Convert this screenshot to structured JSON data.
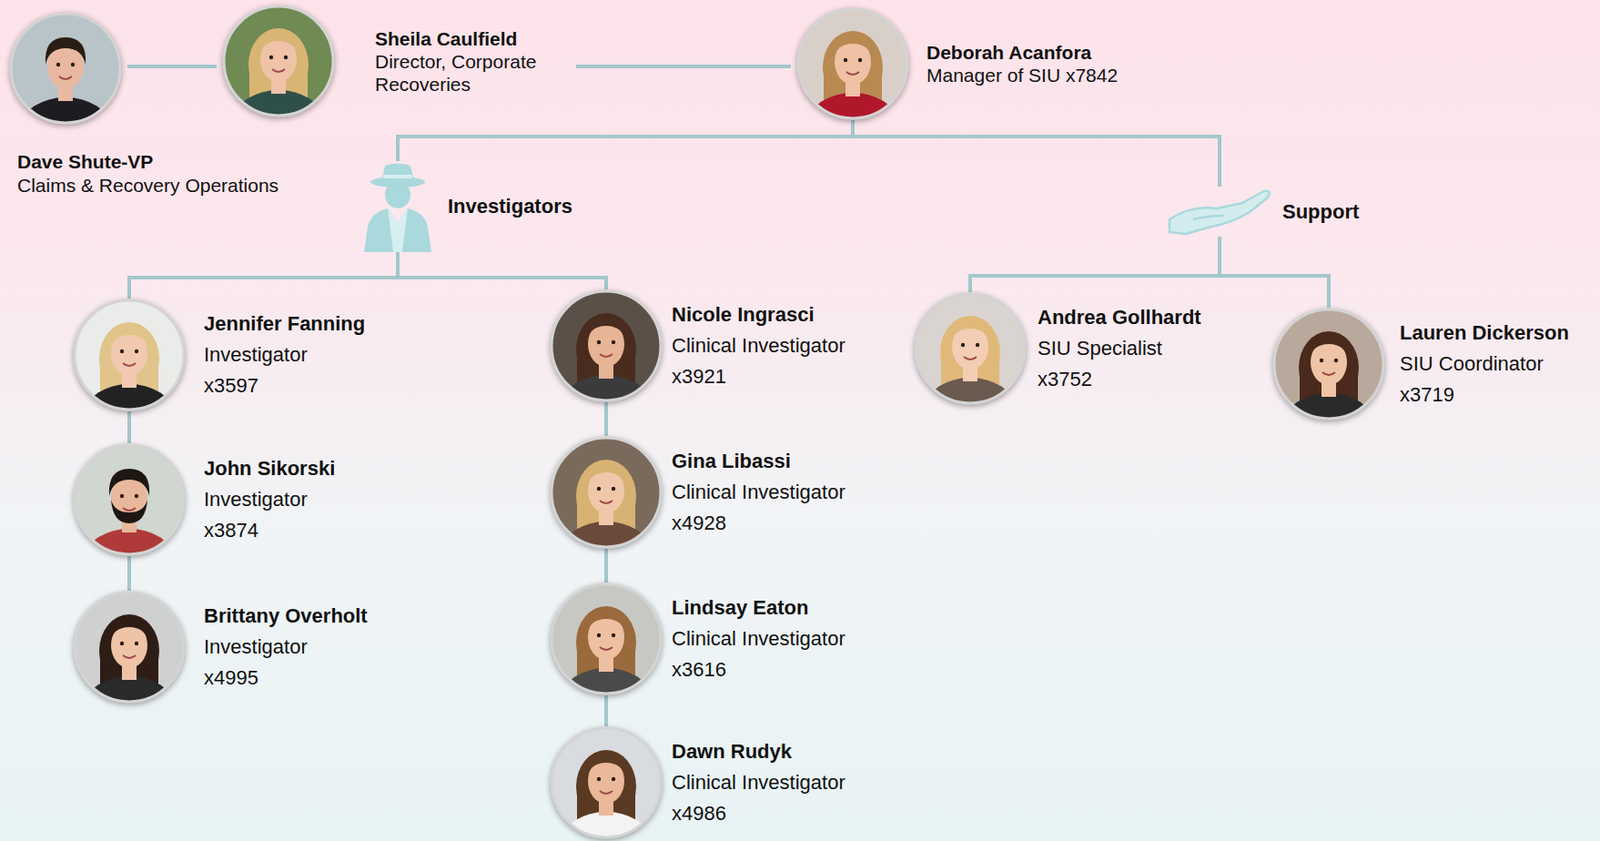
{
  "diagram": {
    "nodes": [
      {
        "text": [
          "Dave Shute-VP",
          "Claims & Recovery Operations"
        ]
      },
      {
        "text": [
          "Sheila Caulfield",
          "Director, Corporate Recoveries"
        ]
      },
      {
        "text": [
          "Deborah Acanfora",
          "Manager of SIU x7842"
        ]
      },
      {
        "text": [
          "Investigators"
        ]
      },
      {
        "text": [
          "Support"
        ]
      },
      {
        "text": [
          "Jennifer Fanning",
          "Investigator",
          "x3597"
        ]
      },
      {
        "text": [
          "Nicole Ingrasci",
          "Clinical Investigator",
          "x3921"
        ]
      },
      {
        "text": [
          "Andrea Gollhardt",
          "SIU Specialist",
          "x3752"
        ]
      },
      {
        "text": [
          "Lauren Dickerson",
          "SIU Coordinator",
          "x3719"
        ]
      },
      {
        "text": [
          "John Sikorski",
          "Investigator",
          "x3874"
        ]
      },
      {
        "text": [
          "Gina Libassi",
          "Clinical Investigator",
          "x4928"
        ]
      },
      {
        "text": [
          "Brittany Overholt",
          "Investigator",
          "x4995"
        ]
      },
      {
        "text": [
          "Lindsay Eaton",
          "Clinical Investigator",
          "x3616"
        ]
      },
      {
        "text": [
          "Dawn Rudyk",
          "Clinical Investigator",
          "x4986"
        ]
      }
    ],
    "edges": [
      {
        "from": 0,
        "to": 1,
        "arrow": "none"
      },
      {
        "from": 1,
        "to": 2,
        "arrow": "none"
      },
      {
        "from": 2,
        "to": 3,
        "arrow": "none"
      },
      {
        "from": 2,
        "to": 4,
        "arrow": "none"
      },
      {
        "from": 3,
        "to": 5,
        "arrow": "none"
      },
      {
        "from": 3,
        "to": 6,
        "arrow": "none"
      },
      {
        "from": 4,
        "to": 7,
        "arrow": "none"
      },
      {
        "from": 4,
        "to": 8,
        "arrow": "none"
      },
      {
        "from": 5,
        "to": 9,
        "arrow": "none"
      },
      {
        "from": 9,
        "to": 11,
        "arrow": "none"
      },
      {
        "from": 6,
        "to": 10,
        "arrow": "none"
      },
      {
        "from": 10,
        "to": 12,
        "arrow": "none"
      },
      {
        "from": 12,
        "to": 13,
        "arrow": "none"
      }
    ]
  }
}
